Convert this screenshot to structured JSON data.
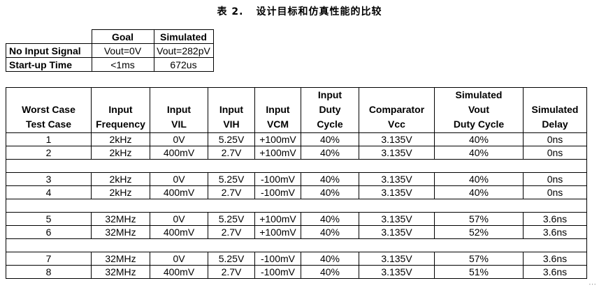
{
  "caption": {
    "number": "表 2.",
    "title": "设计目标和仿真性能的比较"
  },
  "summary": {
    "headers": [
      "",
      "Goal",
      "Simulated"
    ],
    "rows": [
      {
        "label": "No Input Signal",
        "goal": "Vout=0V",
        "simulated": "Vout=282pV"
      },
      {
        "label": "Start-up Time",
        "goal": "<1ms",
        "simulated": "672us"
      }
    ]
  },
  "main": {
    "headers": [
      "Worst Case\nTest Case",
      "Input\nFrequency",
      "Input\nVIL",
      "Input\nVIH",
      "Input\nVCM",
      "Input\nDuty\nCycle",
      "Comparator\nVcc",
      "Simulated\nVout\nDuty Cycle",
      "Simulated\nDelay"
    ],
    "groups": [
      [
        [
          "1",
          "2kHz",
          "0V",
          "5.25V",
          "+100mV",
          "40%",
          "3.135V",
          "40%",
          "0ns"
        ],
        [
          "2",
          "2kHz",
          "400mV",
          "2.7V",
          "+100mV",
          "40%",
          "3.135V",
          "40%",
          "0ns"
        ]
      ],
      [
        [
          "3",
          "2kHz",
          "0V",
          "5.25V",
          "-100mV",
          "40%",
          "3.135V",
          "40%",
          "0ns"
        ],
        [
          "4",
          "2kHz",
          "400mV",
          "2.7V",
          "-100mV",
          "40%",
          "3.135V",
          "40%",
          "0ns"
        ]
      ],
      [
        [
          "5",
          "32MHz",
          "0V",
          "5.25V",
          "+100mV",
          "40%",
          "3.135V",
          "57%",
          "3.6ns"
        ],
        [
          "6",
          "32MHz",
          "400mV",
          "2.7V",
          "+100mV",
          "40%",
          "3.135V",
          "52%",
          "3.6ns"
        ]
      ],
      [
        [
          "7",
          "32MHz",
          "0V",
          "5.25V",
          "-100mV",
          "40%",
          "3.135V",
          "57%",
          "3.6ns"
        ],
        [
          "8",
          "32MHz",
          "400mV",
          "2.7V",
          "-100mV",
          "40%",
          "3.135V",
          "51%",
          "3.6ns"
        ]
      ]
    ]
  }
}
